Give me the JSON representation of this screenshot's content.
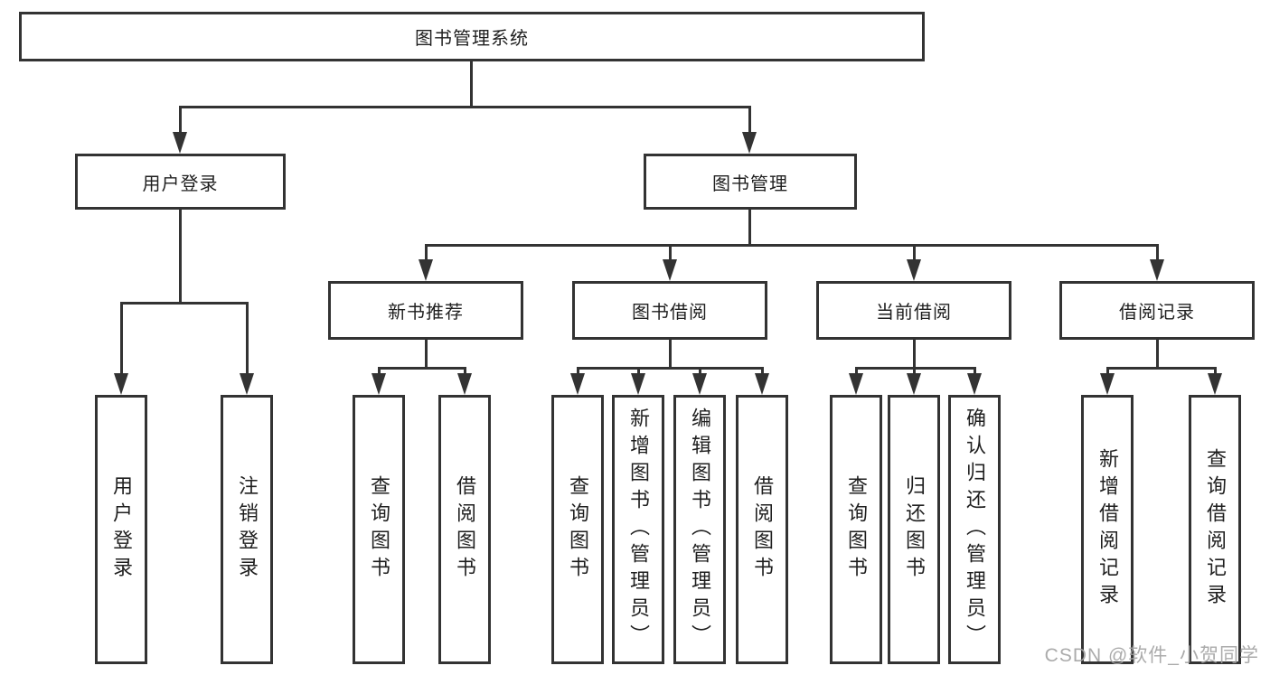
{
  "diagram_title": "图书管理系统",
  "nodes": {
    "root": "图书管理系统",
    "user_login": "用户登录",
    "book_mgmt": "图书管理",
    "new_book_rec": "新书推荐",
    "book_borrow": "图书借阅",
    "current_borrow": "当前借阅",
    "borrow_records": "借阅记录"
  },
  "leaves": {
    "user_login": [
      "用户登录",
      "注销登录"
    ],
    "new_book_rec": [
      "查询图书",
      "借阅图书"
    ],
    "book_borrow": [
      "查询图书",
      "新增图书（管理员）",
      "编辑图书（管理员）",
      "借阅图书"
    ],
    "current_borrow": [
      "查询图书",
      "归还图书",
      "确认归还（管理员）"
    ],
    "borrow_records": [
      "新增借阅记录",
      "查询借阅记录"
    ]
  },
  "watermark": "CSDN @软件_小贺同学",
  "colors": {
    "line": "#333333",
    "text": "#1f1f1f",
    "background": "#ffffff",
    "watermark": "#a2a2a2"
  }
}
